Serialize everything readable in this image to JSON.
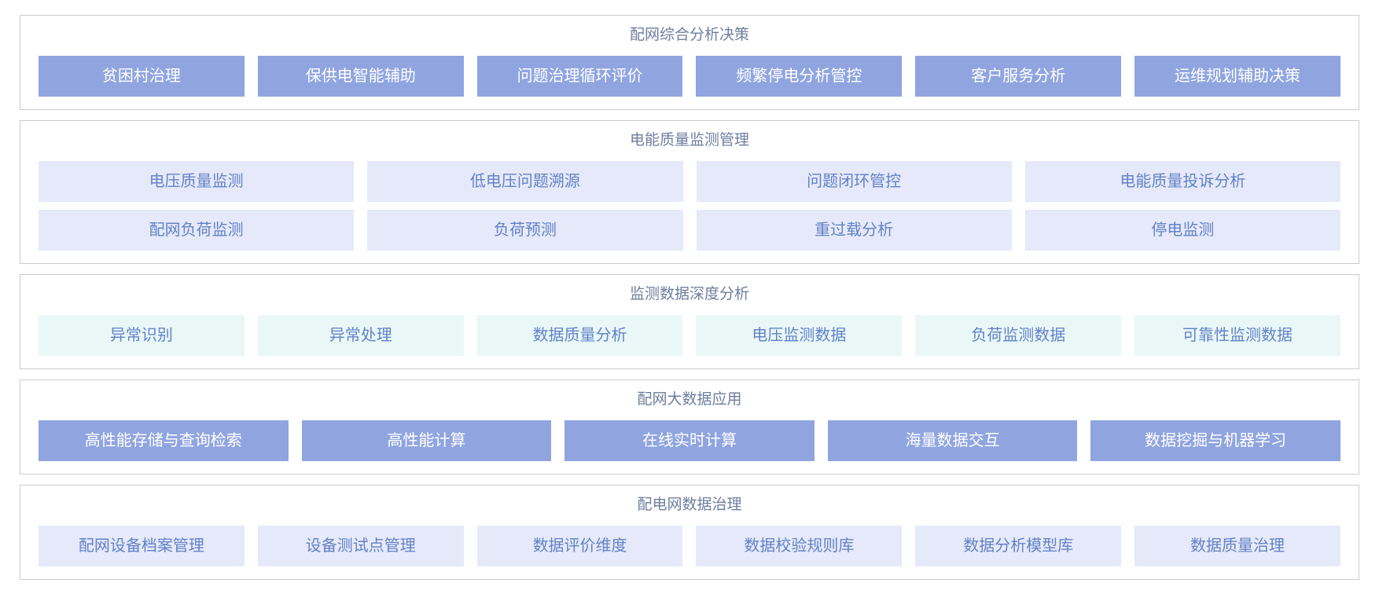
{
  "colors": {
    "solid_bg": "#90A5E0",
    "light_bg": "#E6E9F9",
    "mint_bg": "#E9F8F7",
    "tile_text": "#6282C8",
    "solid_text": "#FFFFFF",
    "title_text": "#6E7E9E",
    "panel_border": "#CBCBCB",
    "page_bg": "#FFFFFF"
  },
  "sections": [
    {
      "title": "配网综合分析决策",
      "variant": "solid",
      "rows": [
        [
          "贫困村治理",
          "保供电智能辅助",
          "问题治理循环评价",
          "频繁停电分析管控",
          "客户服务分析",
          "运维规划辅助决策"
        ]
      ]
    },
    {
      "title": "电能质量监测管理",
      "variant": "light",
      "rows": [
        [
          "电压质量监测",
          "低电压问题溯源",
          "问题闭环管控",
          "电能质量投诉分析"
        ],
        [
          "配网负荷监测",
          "负荷预测",
          "重过载分析",
          "停电监测"
        ]
      ]
    },
    {
      "title": "监测数据深度分析",
      "variant": "mint",
      "rows": [
        [
          "异常识别",
          "异常处理",
          "数据质量分析",
          "电压监测数据",
          "负荷监测数据",
          "可靠性监测数据"
        ]
      ]
    },
    {
      "title": "配网大数据应用",
      "variant": "solid",
      "rows": [
        [
          "高性能存储与查询检索",
          "高性能计算",
          "在线实时计算",
          "海量数据交互",
          "数据挖掘与机器学习"
        ]
      ]
    },
    {
      "title": "配电网数据治理",
      "variant": "light",
      "rows": [
        [
          "配网设备档案管理",
          "设备测试点管理",
          "数据评价维度",
          "数据校验规则库",
          "数据分析模型库",
          "数据质量治理"
        ]
      ]
    }
  ]
}
